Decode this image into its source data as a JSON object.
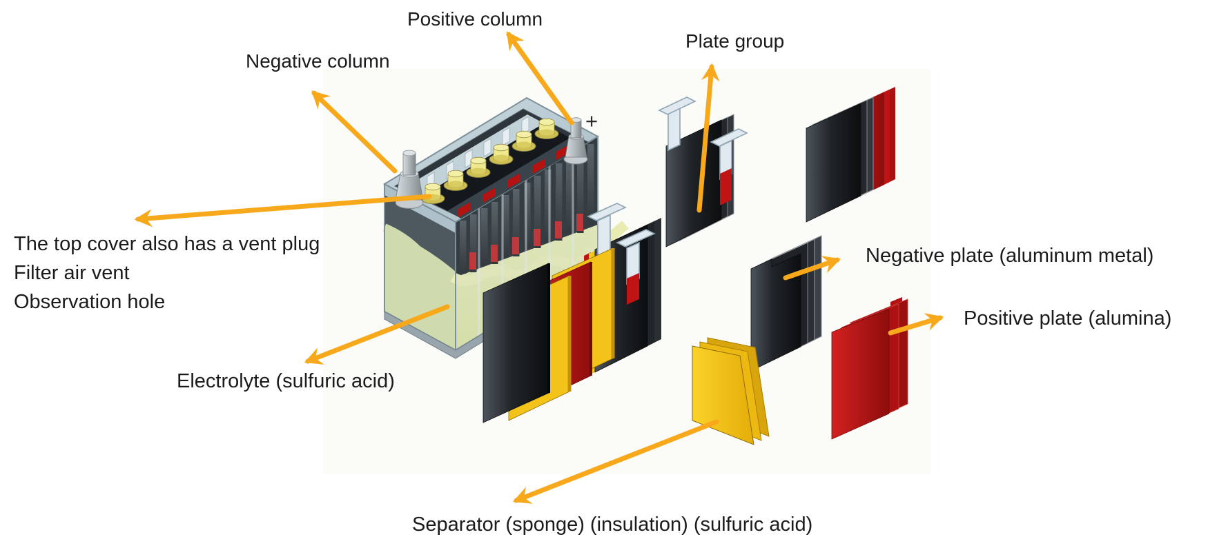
{
  "figure": {
    "labels": {
      "positive_column": "Positive column",
      "negative_column": "Negative column",
      "plate_group": "Plate group",
      "electrolyte": "Electrolyte (sulfuric acid)",
      "negative_plate": "Negative plate (aluminum metal)",
      "positive_plate": "Positive plate (alumina)",
      "separator": "Separator (sponge) (insulation) (sulfuric acid)",
      "positive_terminal_sign": "+"
    },
    "note_lines": [
      "The top cover also has a vent plug",
      "Filter air vent",
      "Observation hole"
    ],
    "colors": {
      "arrow": "#f7a81b",
      "text": "#1b1b1b",
      "case-light": "#c9d9e0",
      "case-mid": "#aebfc8",
      "case-dark": "#7c909a",
      "case-deep": "#5c6a72",
      "electrolyte": "#e9ecb2",
      "electrolyte-deep": "#dde2a0",
      "cap-yellow": "#efe88d",
      "cap-shade": "#cdbf52",
      "terminal-light": "#d2d8db",
      "terminal-dark": "#8d9598",
      "plate-black": "#17191c",
      "plate-gray": "#3b4249",
      "plate-edge": "#9aa0a3",
      "red": "#c01414",
      "red-dark": "#8e0d0d",
      "sep-yellow": "#f4c31a",
      "sep-gold": "#c3920c",
      "strap": "#dfe9ef",
      "strap-edge": "#8fa5b1"
    }
  }
}
